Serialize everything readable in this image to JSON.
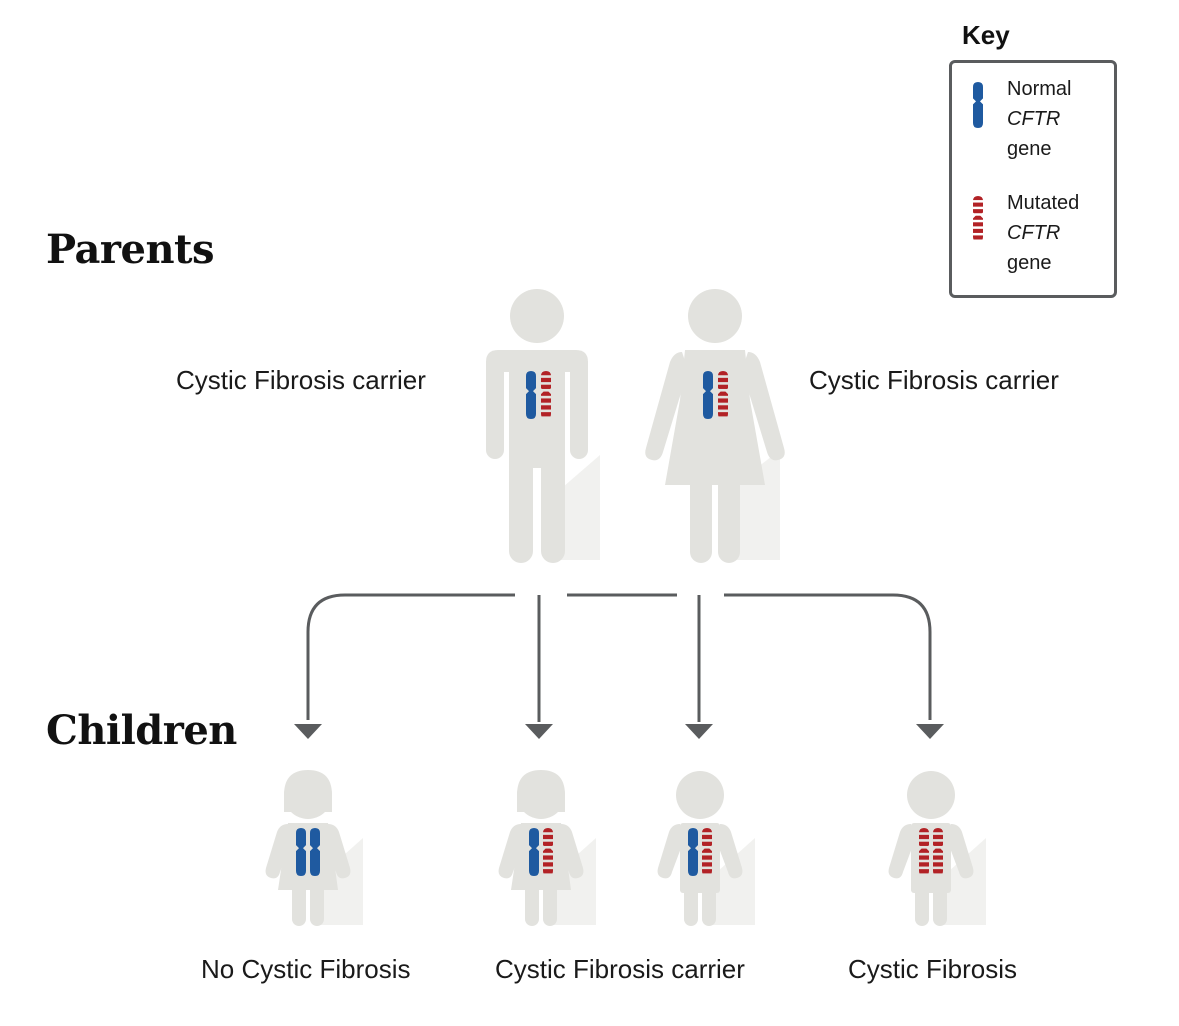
{
  "headings": {
    "parents": "Parents",
    "children": "Children"
  },
  "key": {
    "title": "Key",
    "normal": {
      "line1": "Normal",
      "line2": "CFTR",
      "line3": "gene",
      "color": "#1f5aa0"
    },
    "mutated": {
      "line1": "Mutated",
      "line2": "CFTR",
      "line3": "gene",
      "color": "#b22226"
    }
  },
  "parents": {
    "father_label": "Cystic Fibrosis carrier",
    "mother_label": "Cystic Fibrosis carrier",
    "father_genes": [
      "normal",
      "mutated"
    ],
    "mother_genes": [
      "normal",
      "mutated"
    ]
  },
  "children": {
    "labels": {
      "no_cf": "No Cystic Fibrosis",
      "carrier": "Cystic Fibrosis carrier",
      "cf": "Cystic Fibrosis"
    },
    "items": [
      {
        "type": "girl",
        "genes": [
          "normal",
          "normal"
        ]
      },
      {
        "type": "girl",
        "genes": [
          "normal",
          "mutated"
        ]
      },
      {
        "type": "boy",
        "genes": [
          "normal",
          "mutated"
        ]
      },
      {
        "type": "boy",
        "genes": [
          "mutated",
          "mutated"
        ]
      }
    ]
  },
  "colors": {
    "figure": "#e2e2de",
    "shadow": "#f1f1ef",
    "arrow": "#5a5c5e"
  }
}
